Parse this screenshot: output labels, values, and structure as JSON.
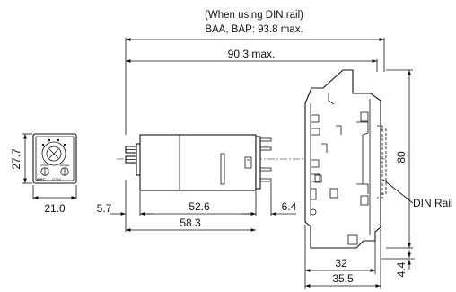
{
  "din_note": {
    "line1": "(When using DIN rail)",
    "line2": "BAA, BAP: 93.8 max."
  },
  "dims": {
    "overall": "90.3 max.",
    "front_height": "27.7",
    "front_width": "21.0",
    "front_offset": "5.7",
    "body_length": "52.6",
    "total_length": "58.3",
    "pin_length": "6.4",
    "side_height": "80",
    "rail_depth": "32",
    "side_depth": "35.5",
    "rail_offset": "4.4"
  },
  "labels": {
    "din_rail": "DIN Rail",
    "brand": "IDEC",
    "model": "GT5Y",
    "knob_a": "MODE",
    "knob_b": "RANGE"
  }
}
